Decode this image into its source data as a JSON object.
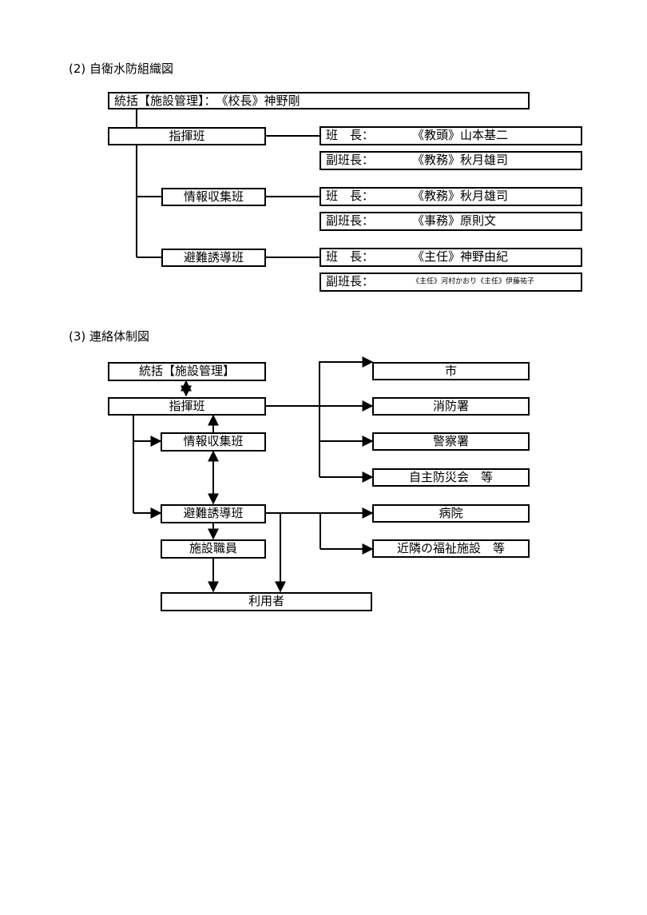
{
  "section2": {
    "heading": "(2) 自衛水防組織図",
    "top": "統括【施設管理】：　《校長》神野剛",
    "groups": [
      {
        "name": "指揮班",
        "leader": {
          "role": "班　長：",
          "text": "《教頭》山本基二"
        },
        "deputy": {
          "role": "副班長：",
          "text": "《教務》秋月雄司"
        }
      },
      {
        "name": "情報収集班",
        "leader": {
          "role": "班　長：",
          "text": "《教務》秋月雄司"
        },
        "deputy": {
          "role": "副班長：",
          "text": "《事務》原則文"
        }
      },
      {
        "name": "避難誘導班",
        "leader": {
          "role": "班　長：",
          "text": "《主任》神野由紀"
        },
        "deputy": {
          "role": "副班長：",
          "text": "《主任》河村かおり《主任》伊藤祐子"
        }
      }
    ]
  },
  "section3": {
    "heading": "(3) 連絡体制図",
    "top": "統括【施設管理】",
    "command": "指揮班",
    "info": "情報収集班",
    "evac": "避難誘導班",
    "staff": "施設職員",
    "users": "利用者",
    "external": [
      "市",
      "消防署",
      "警察署",
      "自主防災会　等"
    ],
    "medical": [
      "病院",
      "近隣の福祉施設　等"
    ]
  }
}
